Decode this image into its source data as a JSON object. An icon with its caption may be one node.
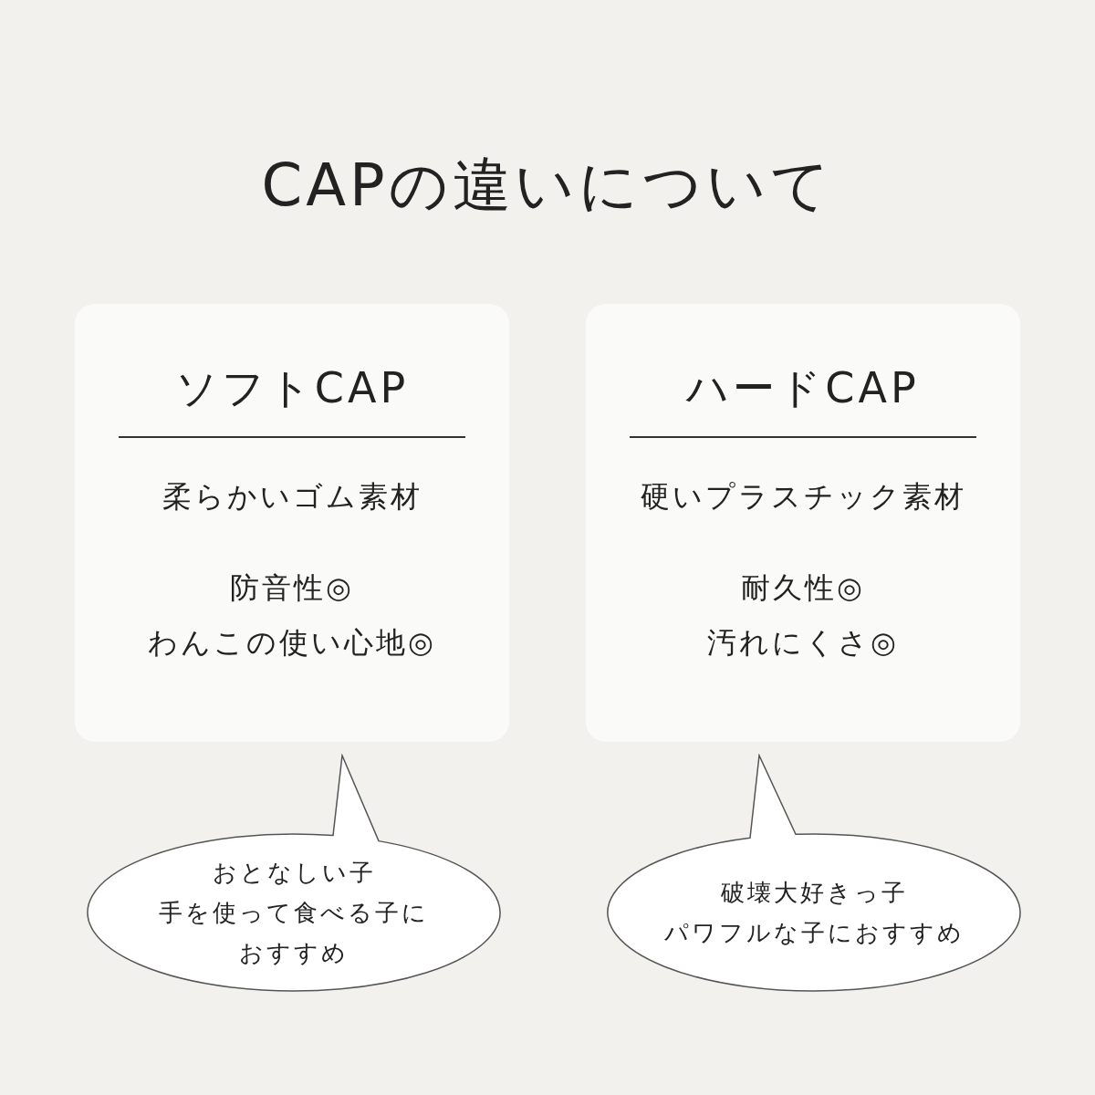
{
  "diagram": {
    "title": "CAPの違いについて",
    "nodes": [
      {
        "text": [
          "ソフトCAP",
          "柔らかいゴム素材",
          "防音性◎",
          "わんこの使い心地◎"
        ]
      },
      {
        "text": [
          "ハードCAP",
          "硬いプラスチック素材",
          "耐久性◎",
          "汚れにくさ◎"
        ]
      },
      {
        "text": [
          "おとなしい子",
          "手を使って食べる子におすすめ"
        ]
      },
      {
        "text": [
          "破壊大好きっ子",
          "パワフルな子におすすめ"
        ]
      }
    ]
  }
}
